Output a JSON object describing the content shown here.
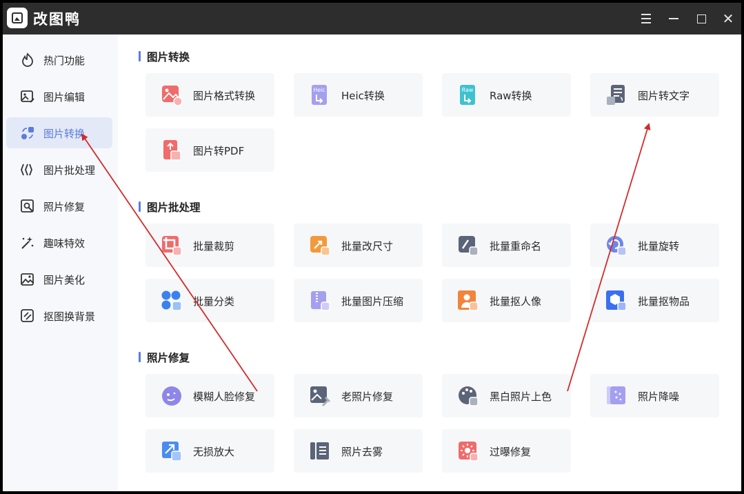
{
  "app": {
    "title": "改图鸭"
  },
  "titlebar": {
    "menu_icon": "menu-icon",
    "minimize_icon": "minimize-icon",
    "maximize_icon": "maximize-icon",
    "close_icon": "close-icon"
  },
  "sidebar": {
    "items": [
      {
        "label": "热门功能",
        "icon": "fire-icon"
      },
      {
        "label": "图片编辑",
        "icon": "image-edit-icon"
      },
      {
        "label": "图片转换",
        "icon": "convert-icon",
        "active": true
      },
      {
        "label": "图片批处理",
        "icon": "batch-icon"
      },
      {
        "label": "照片修复",
        "icon": "photo-repair-icon"
      },
      {
        "label": "趣味特效",
        "icon": "magic-wand-icon"
      },
      {
        "label": "图片美化",
        "icon": "image-beautify-icon"
      },
      {
        "label": "抠图换背景",
        "icon": "cutout-icon"
      }
    ]
  },
  "sections": [
    {
      "title": "图片转换",
      "cards": [
        {
          "label": "图片格式转换",
          "icon": "format-convert-icon",
          "color": "#f06b6b"
        },
        {
          "label": "Heic转换",
          "icon": "heic-icon",
          "color": "#8e86e8"
        },
        {
          "label": "Raw转换",
          "icon": "raw-icon",
          "color": "#3ec2cf"
        },
        {
          "label": "图片转文字",
          "icon": "image-to-text-icon",
          "color": "#5b6478"
        },
        {
          "label": "图片转PDF",
          "icon": "image-to-pdf-icon",
          "color": "#f06b6b"
        }
      ]
    },
    {
      "title": "图片批处理",
      "cards": [
        {
          "label": "批量裁剪",
          "icon": "batch-crop-icon",
          "color": "#f06b6b"
        },
        {
          "label": "批量改尺寸",
          "icon": "batch-resize-icon",
          "color": "#f29a3b"
        },
        {
          "label": "批量重命名",
          "icon": "batch-rename-icon",
          "color": "#5b6478"
        },
        {
          "label": "批量旋转",
          "icon": "batch-rotate-icon",
          "color": "#6e86e8"
        },
        {
          "label": "批量分类",
          "icon": "batch-classify-icon",
          "color": "#3b82f0"
        },
        {
          "label": "批量图片压缩",
          "icon": "batch-compress-icon",
          "color": "#8e86e8"
        },
        {
          "label": "批量抠人像",
          "icon": "batch-portrait-cutout-icon",
          "color": "#f2843b"
        },
        {
          "label": "批量抠物品",
          "icon": "batch-object-cutout-icon",
          "color": "#3b6ff0"
        }
      ]
    },
    {
      "title": "照片修复",
      "cards": [
        {
          "label": "模糊人脸修复",
          "icon": "face-repair-icon",
          "color": "#8e86e8"
        },
        {
          "label": "老照片修复",
          "icon": "old-photo-repair-icon",
          "color": "#5b6478"
        },
        {
          "label": "黑白照片上色",
          "icon": "colorize-icon",
          "color": "#5b6478"
        },
        {
          "label": "照片降噪",
          "icon": "denoise-icon",
          "color": "#8e86e8"
        },
        {
          "label": "无损放大",
          "icon": "upscale-icon",
          "color": "#4a8df0"
        },
        {
          "label": "照片去雾",
          "icon": "dehaze-icon",
          "color": "#5b6478"
        },
        {
          "label": "过曝修复",
          "icon": "overexposure-icon",
          "color": "#f06b6b"
        }
      ]
    }
  ],
  "colors": {
    "accent": "#5b7cd9",
    "annotation_arrow": "#d42a2a",
    "titlebar": "#2d2d2d"
  }
}
